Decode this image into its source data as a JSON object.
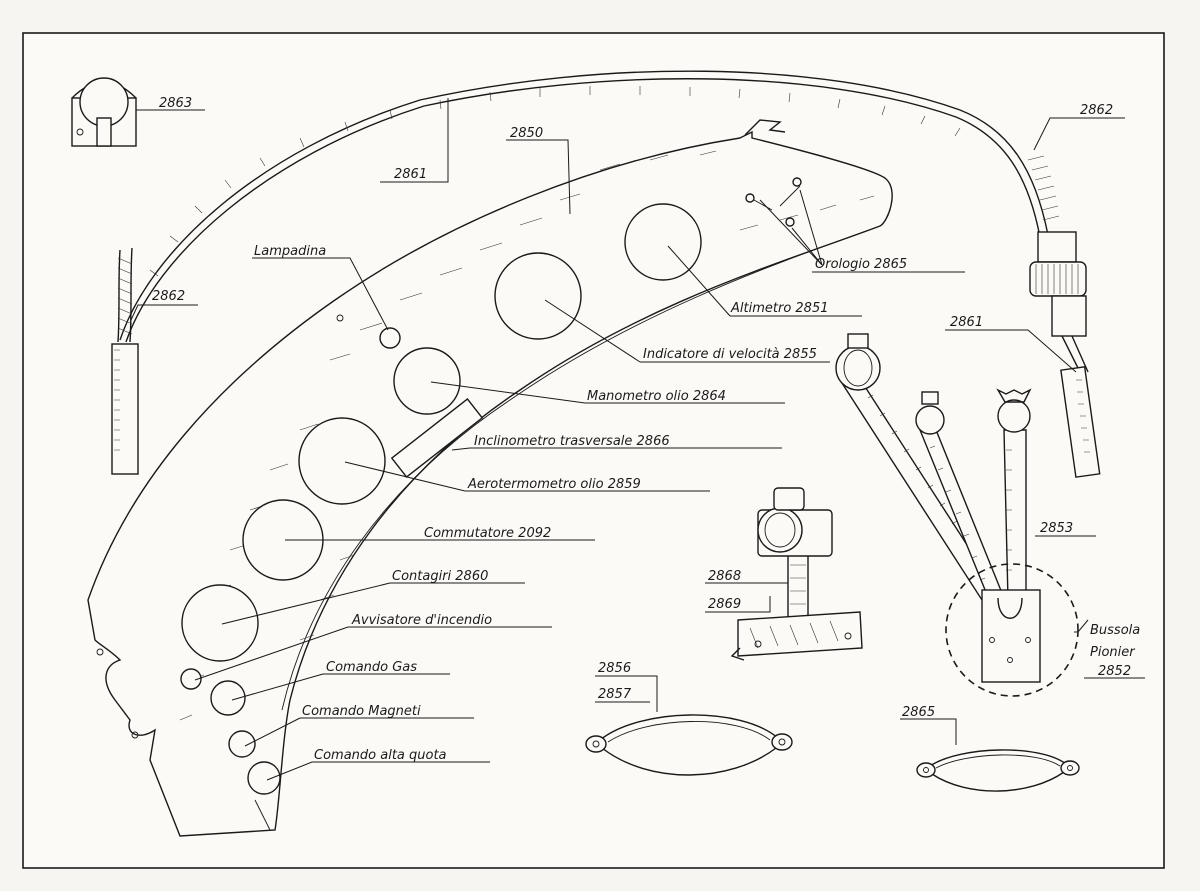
{
  "labels": {
    "p2863": "2863",
    "p2861_top": "2861",
    "p2850": "2850",
    "p2862_right": "2862",
    "p2862_left": "2862",
    "lampadina": "Lampadina",
    "orologio": "Orologio 2865",
    "altimetro": "Altimetro 2851",
    "indicatore": "Indicatore di velocità 2855",
    "p2861_right": "2861",
    "manometro": "Manometro olio 2864",
    "inclinometro": "Inclinometro trasversale 2866",
    "aerotermometro": "Aerotermometro olio 2859",
    "commutatore": "Commutatore 2092",
    "contagiri": "Contagiri 2860",
    "avvisatore": "Avvisatore d'incendio",
    "comando_gas": "Comando Gas",
    "comando_magneti": "Comando Magneti",
    "comando_quota": "Comando alta quota",
    "p2853": "2853",
    "p2868": "2868",
    "p2869": "2869",
    "bussola_1": "Bussola",
    "bussola_2": "Pionier",
    "p2852": "2852",
    "p2856": "2856",
    "p2857": "2857",
    "p2865_bottom": "2865"
  }
}
